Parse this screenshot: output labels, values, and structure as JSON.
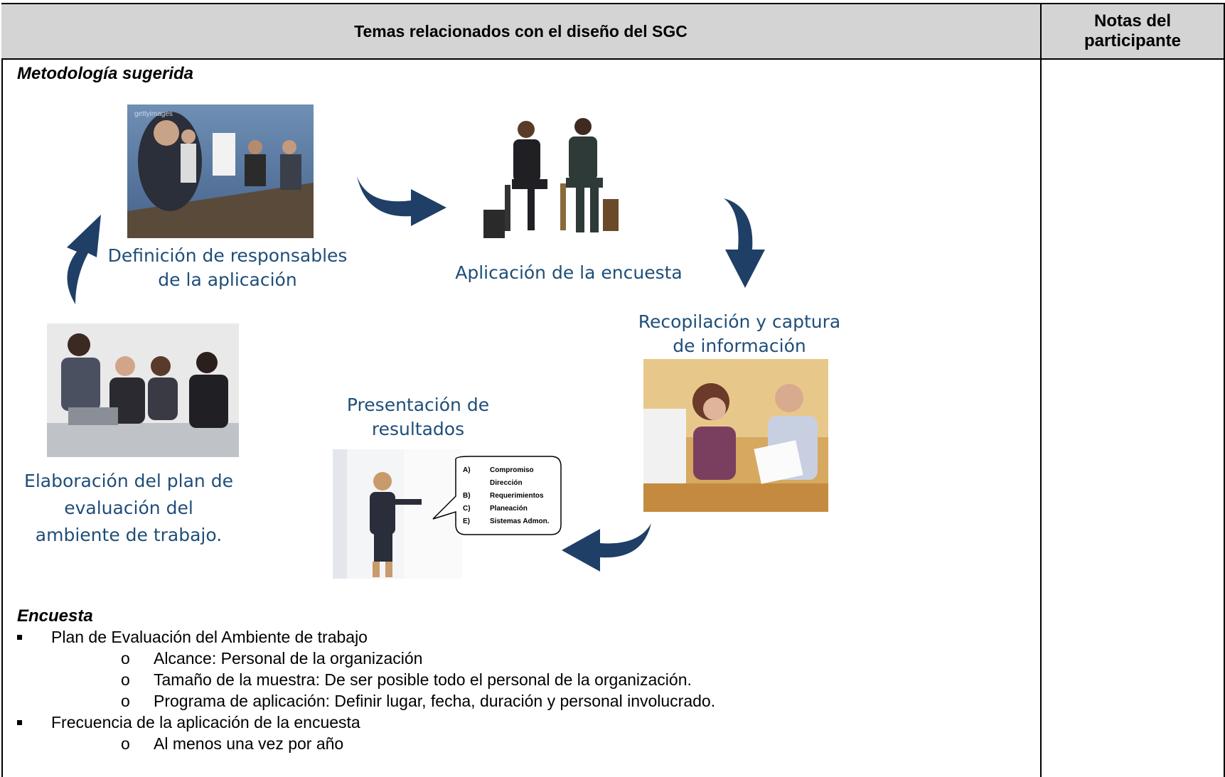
{
  "header": {
    "title": "Temas relacionados con el diseño del SGC",
    "notes_line1": "Notas del",
    "notes_line2": "participante"
  },
  "methodology": {
    "title": "Metodología sugerida",
    "steps": [
      {
        "line1": "Definición de responsables",
        "line2": "de la aplicación"
      },
      {
        "line1": "Aplicación de la encuesta"
      },
      {
        "line1": "Recopilación y captura",
        "line2": "de información"
      },
      {
        "line1": "Presentación de",
        "line2": "resultados"
      },
      {
        "line1": "Elaboración del plan de",
        "line2": "evaluación del",
        "line3": "ambiente de trabajo."
      }
    ],
    "photo_watermark": "gettyimages",
    "bubble": {
      "items": [
        {
          "letter": "A)",
          "text": "Compromiso"
        },
        {
          "letter": "",
          "text": "Dirección"
        },
        {
          "letter": "B)",
          "text": "Requerimientos"
        },
        {
          "letter": "C)",
          "text": "Planeación"
        },
        {
          "letter": "E)",
          "text": "Sistemas Admon."
        }
      ]
    }
  },
  "survey": {
    "title": "Encuesta",
    "items": [
      {
        "text": "Plan de Evaluación del Ambiente de trabajo",
        "subitems": [
          "Alcance: Personal de la organización",
          "Tamaño de la muestra: De ser posible todo el personal de la organización.",
          "Programa de aplicación: Definir lugar, fecha, duración y personal involucrado."
        ]
      },
      {
        "text": "Frecuencia de la aplicación de la encuesta",
        "subitems": [
          "Al menos una vez por año"
        ]
      }
    ]
  },
  "colors": {
    "header_bg": "#d4d4d4",
    "caption": "#1f4e79",
    "arrow": "#1f3f66"
  }
}
